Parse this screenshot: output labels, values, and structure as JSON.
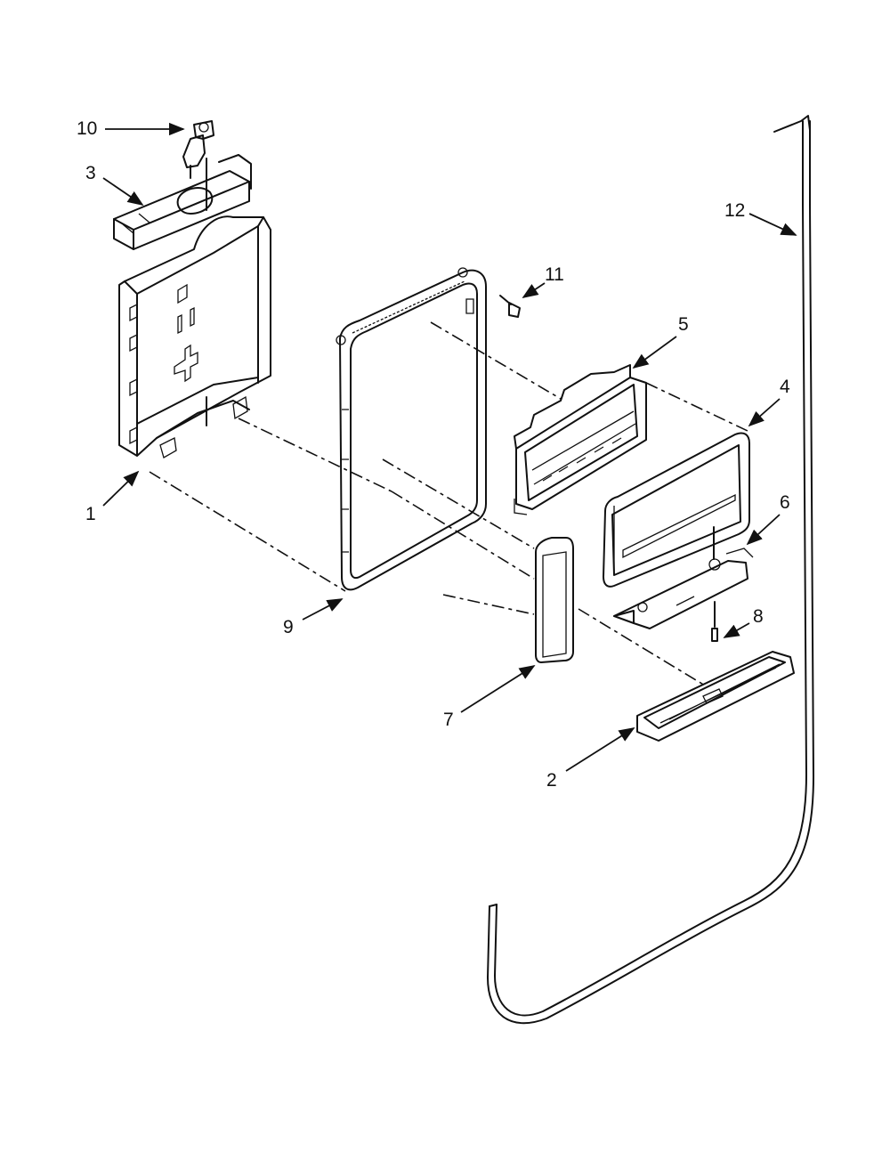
{
  "colors": {
    "ink": "#111111",
    "background": "#ffffff"
  },
  "callouts": {
    "p1": "1",
    "p2": "2",
    "p3": "3",
    "p4": "4",
    "p5": "5",
    "p6": "6",
    "p7": "7",
    "p8": "8",
    "p9": "9",
    "p10": "10",
    "p11": "11",
    "p12": "12"
  }
}
